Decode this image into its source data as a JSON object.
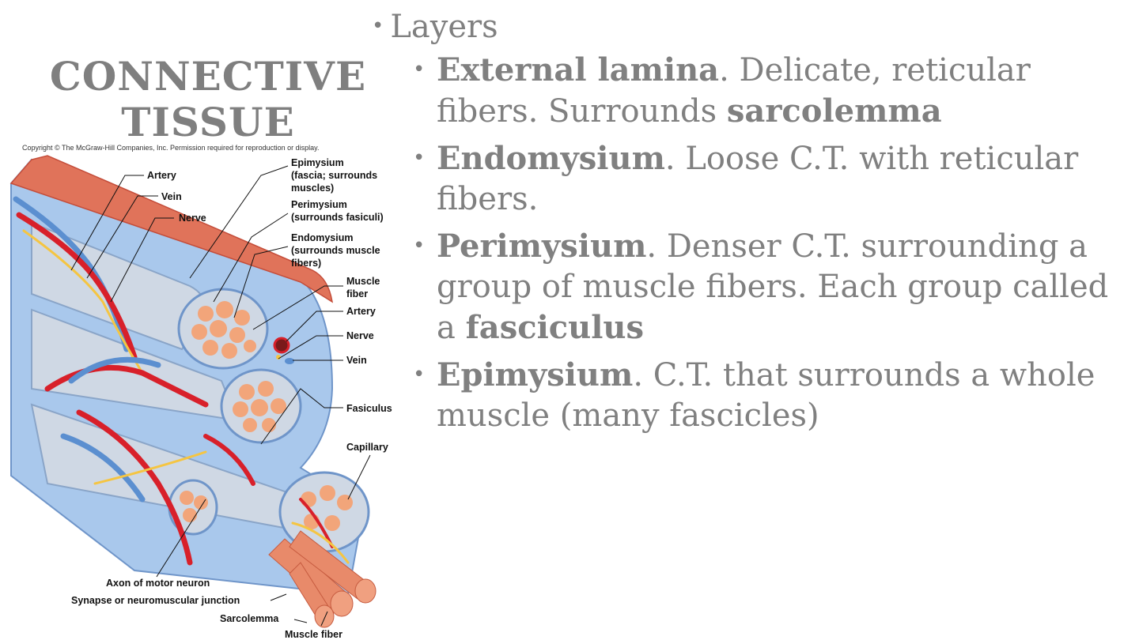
{
  "title": "CONNECTIVE\nTISSUE",
  "title_line1": "CONNECTIVE",
  "title_line2": "TISSUE",
  "copyright": "Copyright © The McGraw-Hill Companies, Inc. Permission required for reproduction or display.",
  "figure_labels": {
    "artery": "Artery",
    "vein": "Vein",
    "nerve": "Nerve",
    "epimysium_1": "Epimysium",
    "epimysium_2": "(fascia; surrounds",
    "epimysium_3": "muscles)",
    "perimysium_1": "Perimysium",
    "perimysium_2": "(surrounds fasiculi)",
    "endomysium_1": "Endomysium",
    "endomysium_2": "(surrounds muscle",
    "endomysium_3": "fibers)",
    "muscle_fiber_r1": "Muscle",
    "muscle_fiber_r2": "fiber",
    "artery_r": "Artery",
    "nerve_r": "Nerve",
    "vein_r": "Vein",
    "fasiculus": "Fasiculus",
    "capillary": "Capillary",
    "axon": "Axon of motor neuron",
    "synapse": "Synapse or neuromuscular junction",
    "sarcolemma": "Sarcolemma",
    "muscle_fiber_b": "Muscle fiber"
  },
  "heading": "Layers",
  "bullets": [
    {
      "term": "External lamina",
      "rest": ". Delicate, reticular fibers. Surrounds ",
      "term2": "sarcolemma",
      "rest2": ""
    },
    {
      "term": "Endomysium",
      "rest": ". Loose C.T. with reticular fibers.",
      "term2": "",
      "rest2": ""
    },
    {
      "term": "Perimysium",
      "rest": ". Denser C.T. surrounding a group of muscle fibers. Each group called a ",
      "term2": "fasciculus",
      "rest2": ""
    },
    {
      "term": "Epimysium",
      "rest": ". C.T. that surrounds a whole muscle (many fascicles)",
      "term2": "",
      "rest2": ""
    }
  ],
  "colors": {
    "text_gray": "#808080",
    "title_gray": "#7f7f7f",
    "artery_red": "#d8202a",
    "vein_blue": "#5b8fd0",
    "nerve_yellow": "#f5c542",
    "fiber_orange": "#f2a57a",
    "tissue_blue": "#9fc3ea"
  }
}
